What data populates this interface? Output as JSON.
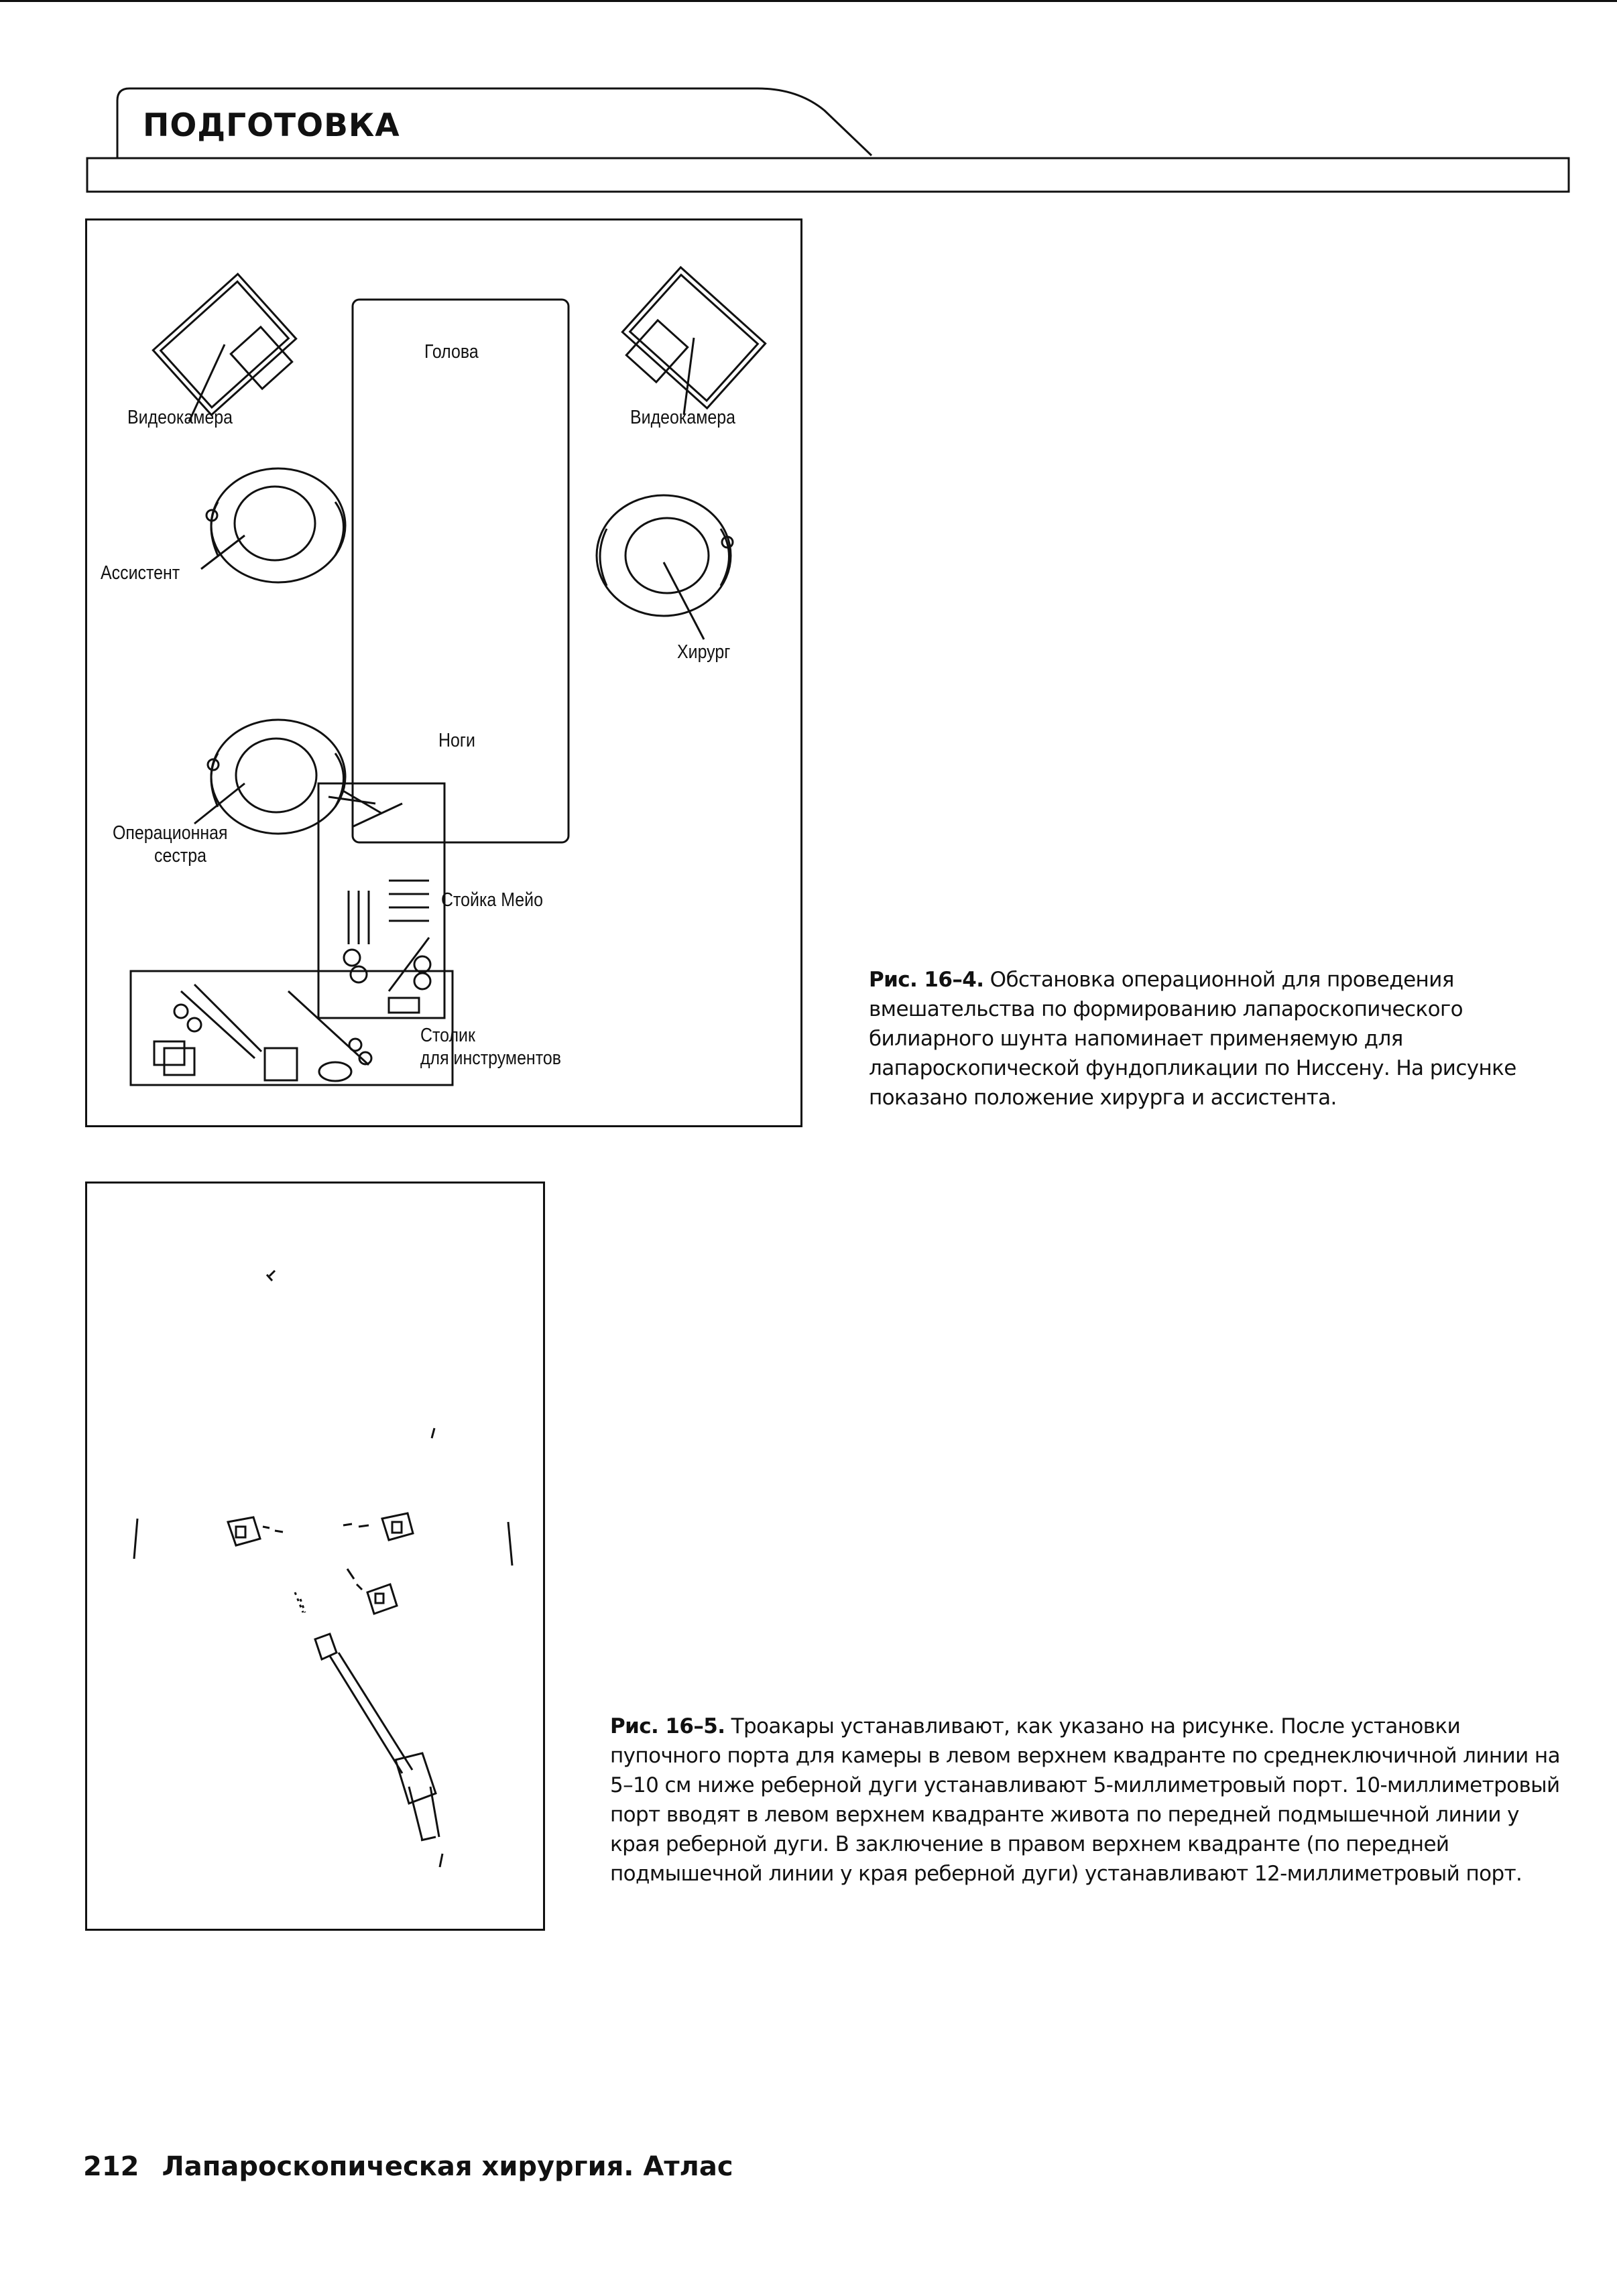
{
  "header": {
    "section_title": "ПОДГОТОВКА"
  },
  "figure1": {
    "labels": {
      "camera_left": "Видеокамера",
      "camera_right": "Видеокамера",
      "head": "Голова",
      "assistant": "Ассистент",
      "surgeon": "Хирург",
      "legs": "Ноги",
      "nurse_line1": "Операционная",
      "nurse_line2": "сестра",
      "mayo_stand": "Стойка Мейо",
      "instrument_table_line1": "Столик",
      "instrument_table_line2": "для инструментов"
    },
    "caption_label": "Рис. 16–4.",
    "caption_text": "Обстановка операционной для проведения вмешательства по формированию лапароскопического билиарного шунта напоминает применяемую для лапароскопической фундопликации по Ниссену. На рисунке показано положение хирурга и ассистента."
  },
  "figure2": {
    "caption_label": "Рис. 16–5.",
    "caption_text": "Троакары устанавливают, как указано на рисунке. После установки пупочного порта для камеры в левом верхнем квадранте по среднеключичной линии на 5–10 см ниже реберной дуги устанавливают 5-миллиметровый порт. 10-миллиметровый порт вводят в левом верхнем квадранте живота по передней подмышечной линии у края реберной дуги. В заключение в правом верхнем квадранте (по передней подмышечной линии у края реберной дуги) устанавливают 12-миллиметровый порт."
  },
  "footer": {
    "page_number": "212",
    "book_title": "Лапароскопическая хирургия. Атлас"
  }
}
